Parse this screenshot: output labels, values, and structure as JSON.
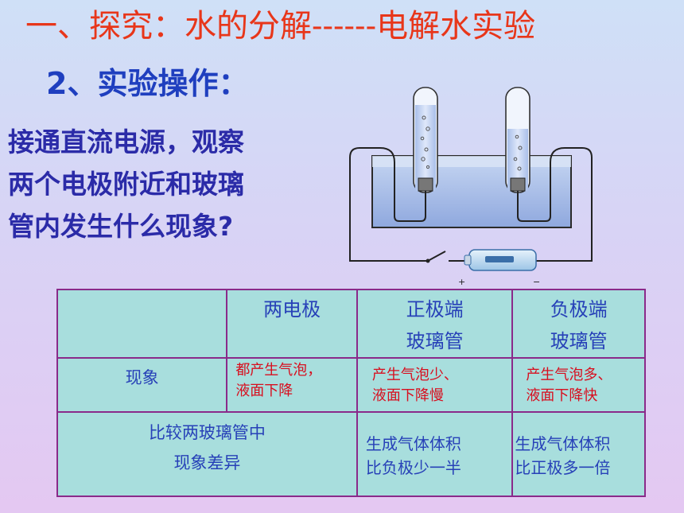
{
  "slide": {
    "title": "一、探究：水的分解------电解水实验",
    "subtitle": "2、实验操作：",
    "instruction_lines": [
      "接通直流电源，观察",
      "两个电极附近和玻璃",
      "管内发生什么现象?"
    ]
  },
  "apparatus": {
    "plus_label": "+",
    "minus_label": "−"
  },
  "table": {
    "headers": [
      "",
      "两电极",
      "正极端玻璃管",
      "负极端玻璃管"
    ],
    "header_lines": {
      "col1": [
        "两电极"
      ],
      "col2": [
        "正极端",
        "玻璃管"
      ],
      "col3": [
        "负极端",
        "玻璃管"
      ]
    },
    "rows": [
      {
        "label": "现象",
        "cells": [
          "都产生气泡，液面下降",
          "产生气泡少、液面下降慢",
          "产生气泡多、液面下降快"
        ],
        "cell_lines": [
          [
            "都产生气泡，",
            "液面下降"
          ],
          [
            "产生气泡少、",
            "液面下降慢"
          ],
          [
            "产生气泡多、",
            "液面下降快"
          ]
        ]
      },
      {
        "label": "比较两玻璃管中现象差异",
        "label_lines": [
          "比较两玻璃管中",
          "现象差异"
        ],
        "cells": [
          "生成气体体积比负极少一半",
          "生成气体体积比正极多一倍"
        ],
        "cell_lines": [
          [
            "生成气体体积",
            "比负极少一半"
          ],
          [
            "生成气体体积",
            "比正极多一倍"
          ]
        ]
      }
    ]
  },
  "colors": {
    "title": "#e8361a",
    "heading": "#1f3fbf",
    "table_fill": "#a8dedd",
    "table_border": "#8a2a8a",
    "table_blue_text": "#2741b8",
    "table_red_text": "#d80e1e"
  }
}
